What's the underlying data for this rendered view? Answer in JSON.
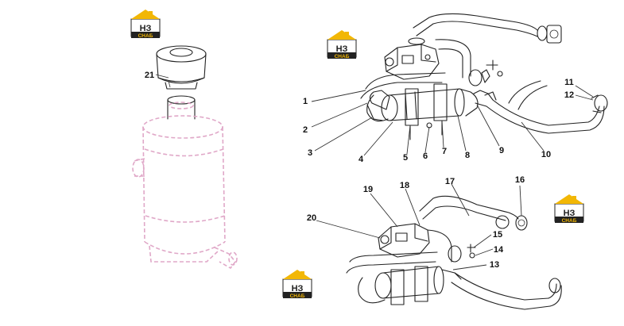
{
  "logo": {
    "mark": "НЗ",
    "caption": "СНАБ",
    "accent": "#f2b705",
    "dark": "#222222"
  },
  "callouts": [
    "1",
    "2",
    "3",
    "4",
    "5",
    "6",
    "7",
    "8",
    "9",
    "10",
    "11",
    "12",
    "13",
    "14",
    "15",
    "16",
    "17",
    "18",
    "19",
    "20",
    "21"
  ],
  "colors": {
    "line": "#222222",
    "inner_dash": "#e0a8c8",
    "background": "#ffffff"
  }
}
